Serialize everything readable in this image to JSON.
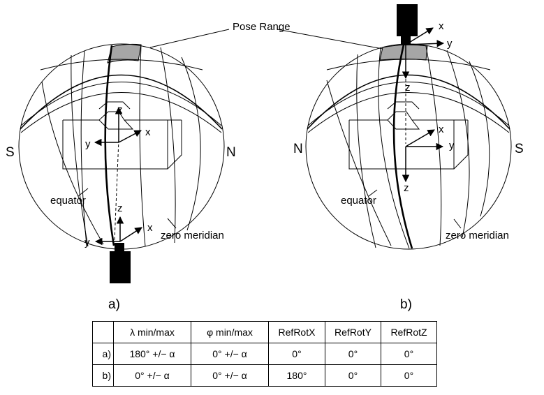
{
  "labels": {
    "pose_range": "Pose Range",
    "a": {
      "left": "S",
      "right": "N",
      "equator": "equator",
      "zero_meridian": "zero meridian",
      "caption": "a)"
    },
    "b": {
      "left": "N",
      "right": "S",
      "equator": "equator",
      "zero_meridian": "zero meridian",
      "caption": "b)"
    },
    "axis_x": "x",
    "axis_y": "y",
    "axis_z": "z"
  },
  "table": {
    "headers": [
      "",
      "λ min/max",
      "φ min/max",
      "RefRotX",
      "RefRotY",
      "RefRotZ"
    ],
    "rows": [
      [
        "a)",
        "180° +/− α",
        "0° +/− α",
        "0°",
        "0°",
        "0°"
      ],
      [
        "b)",
        "0° +/− α",
        "0° +/− α",
        "180°",
        "0°",
        "0°"
      ]
    ]
  },
  "colors": {
    "pose_patch": "#a6a6a6",
    "stroke": "#000000",
    "camera": "#000000"
  },
  "icons": {
    "camera": "camera-icon"
  }
}
